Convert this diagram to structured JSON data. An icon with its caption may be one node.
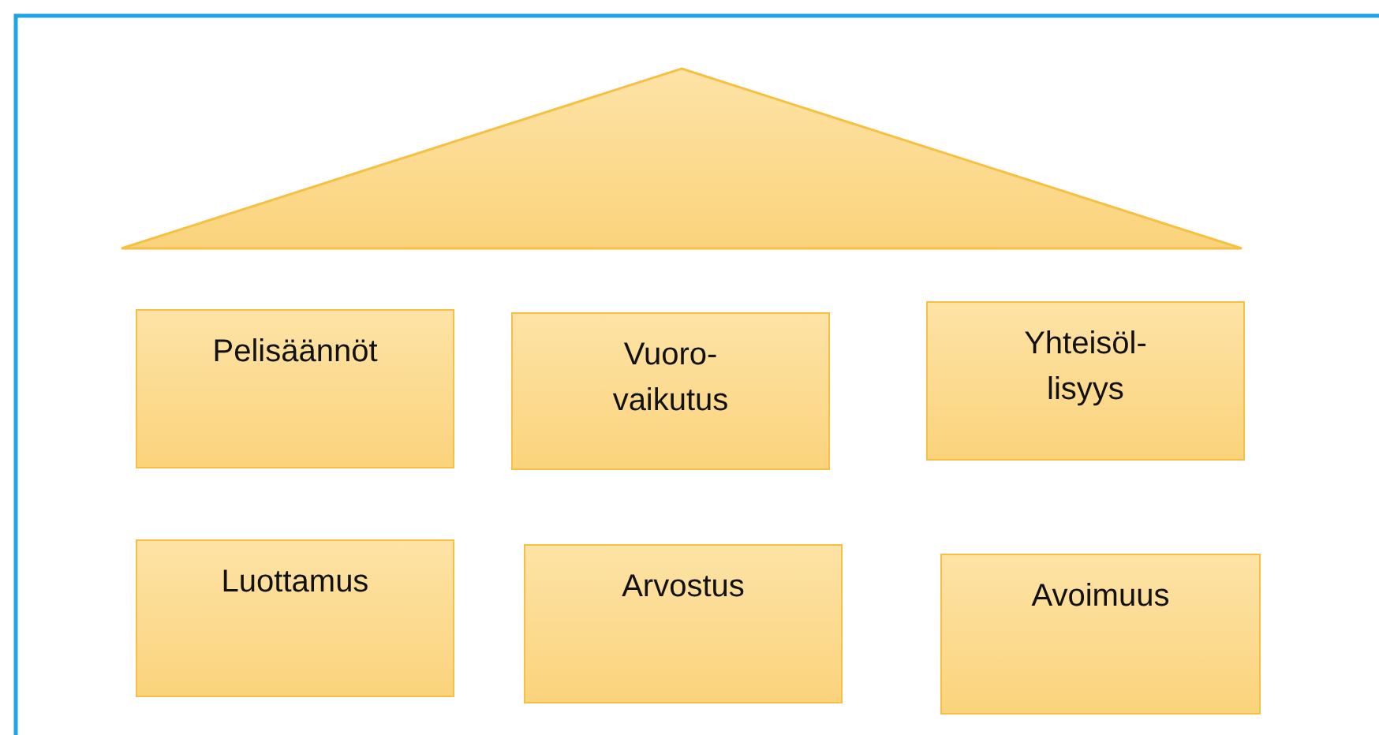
{
  "diagram": {
    "nodes": [
      {
        "text": [],
        "shape": "triangle"
      },
      {
        "text": [
          "Pelisäännöt"
        ]
      },
      {
        "text": [
          "Vuoro- vaikutus"
        ]
      },
      {
        "text": [
          "Yhteisöl- lisyys"
        ]
      },
      {
        "text": [
          "Luottamus"
        ]
      },
      {
        "text": [
          "Arvostus"
        ]
      },
      {
        "text": [
          "Avoimuus"
        ]
      }
    ]
  }
}
